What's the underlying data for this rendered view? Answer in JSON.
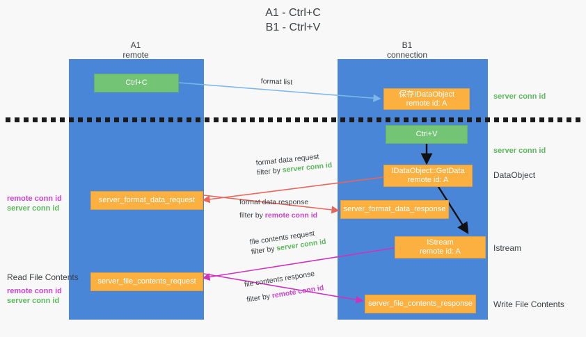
{
  "title": {
    "line1": "A1 - Ctrl+C",
    "line2": "B1 - Ctrl+V"
  },
  "columns": [
    {
      "name": "A1",
      "sub": "remote"
    },
    {
      "name": "B1",
      "sub": "connection"
    }
  ],
  "nodes": {
    "ctrl_c": {
      "line1": "Ctrl+C",
      "line2": ""
    },
    "save_idataobject": {
      "line1": "保存IDataObject",
      "line2": "remote id: A"
    },
    "ctrl_v": {
      "line1": "Ctrl+V",
      "line2": ""
    },
    "getdata": {
      "line1": "IDataObject::GetData",
      "line2": "remote id: A"
    },
    "fmt_req": {
      "line1": "server_format_data_request",
      "line2": ""
    },
    "fmt_resp": {
      "line1": "server_format_data_response",
      "line2": ""
    },
    "istream": {
      "line1": "IStream",
      "line2": "remote id: A"
    },
    "file_req": {
      "line1": "server_file_contents_request",
      "line2": ""
    },
    "file_resp": {
      "line1": "server_file_contents_response",
      "line2": ""
    }
  },
  "edges": {
    "format_list": {
      "label": "format list"
    },
    "fmt_request": {
      "l1": "format data request",
      "l2_pre": "filter by ",
      "l2_key": "server conn id"
    },
    "fmt_response": {
      "l1": "format data response",
      "l2_pre": "filter by ",
      "l2_key": "remote conn id"
    },
    "file_request": {
      "l1": "file contents request",
      "l2_pre": "filter by ",
      "l2_key": "server conn id"
    },
    "file_response": {
      "l1": "file contents response",
      "l2_pre": "filter by ",
      "l2_key": "remote conn id"
    }
  },
  "annotations": {
    "server_conn_1": "server conn id",
    "server_conn_2": "server conn id",
    "dataobject": "DataObject",
    "istream": "Istream",
    "write_file_contents": "Write File Contents",
    "read_file_contents": "Read File Contents",
    "remote_conn_mid": "remote conn id",
    "server_conn_mid": "server conn id",
    "remote_conn_low": "remote conn id",
    "server_conn_low": "server conn id"
  },
  "colors": {
    "lane": "#4a86d8",
    "green_node": "#74c476",
    "orange_node": "#fbb040",
    "green_text": "#5cb85c",
    "purple_text": "#cc44cc",
    "blue_arrow": "#7eb6e8",
    "red_arrow": "#e8655a",
    "magenta_arrow": "#cc33bb",
    "black_arrow": "#111111"
  }
}
